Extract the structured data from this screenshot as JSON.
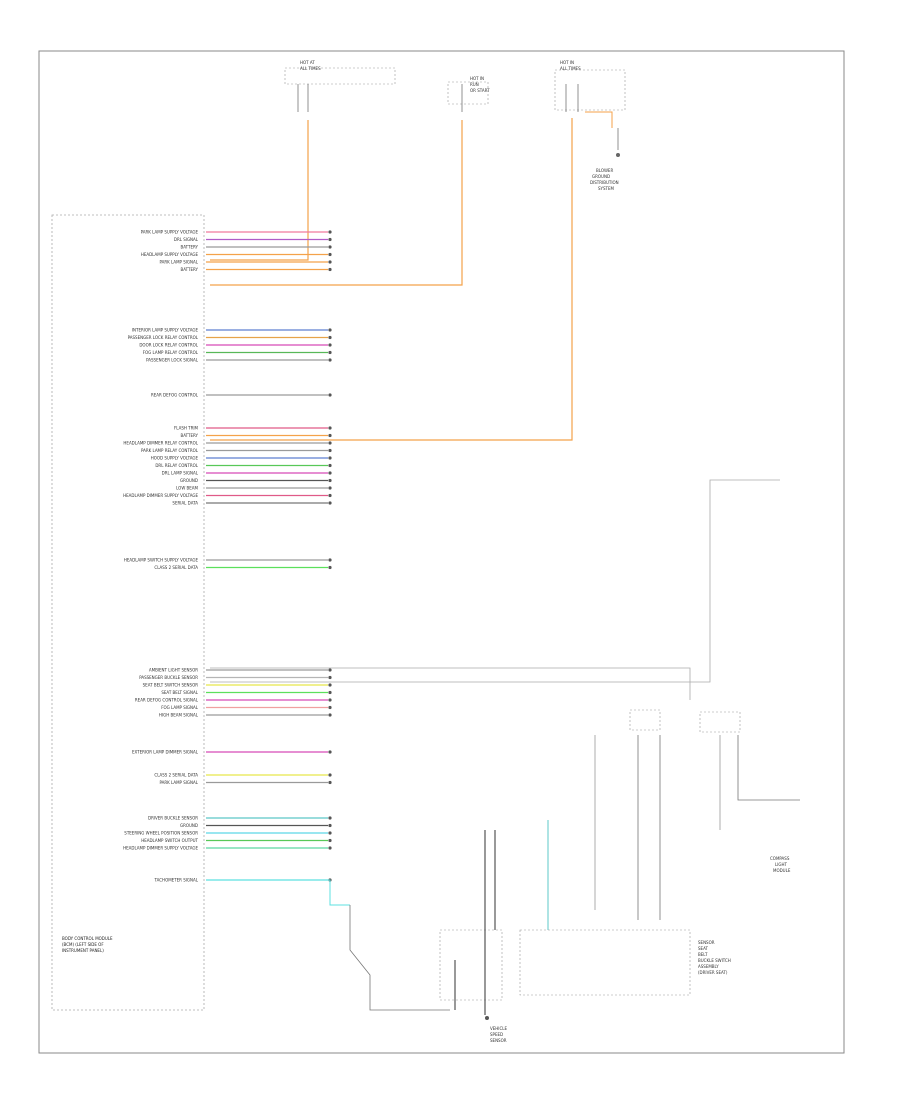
{
  "figure_id": "",
  "module_label": [
    "BODY CONTROL MODULE",
    "(BCM) (LEFT SIDE OF",
    "INSTRUMENT PANEL)"
  ],
  "fuse_blocks": [
    {
      "label": [
        "HOT AT",
        "ALL TIMES"
      ]
    },
    {
      "label": [
        "HOT IN",
        "RUN",
        "OR START"
      ]
    },
    {
      "label": [
        "HOT IN",
        "ALL TIMES"
      ]
    }
  ],
  "ground_label": [
    "BLOWER",
    "GROUND",
    "DISTRIBUTION",
    "SYSTEM"
  ],
  "right_component_label": [
    "SENSOR",
    "SEAT",
    "BELT",
    "BUCKLE SWITCH",
    "ASSEMBLY",
    "(DRIVER SEAT)"
  ],
  "lower_right_label": [
    "COMPASS",
    "LIGHT",
    "MODULE"
  ],
  "vehicle_speed_label": [
    "VEHICLE",
    "SPEED",
    "SENSOR"
  ],
  "pin_groups": [
    {
      "name": "power",
      "pins": [
        {
          "label": "PARK LAMP SUPPLY VOLTAGE",
          "color": "#f07a9e"
        },
        {
          "label": "DRL SIGNAL",
          "color": "#b05cc8"
        },
        {
          "label": "BATTERY",
          "color": "#9a9a9a"
        },
        {
          "label": "HEADLAMP SUPPLY VOLTAGE",
          "color": "#f4a24a"
        },
        {
          "label": "PARK LAMP SIGNAL",
          "color": "#f4a24a"
        },
        {
          "label": "BATTERY",
          "color": "#f4a24a"
        }
      ]
    },
    {
      "name": "control-a",
      "pins": [
        {
          "label": "INTERIOR LAMP SUPPLY VOLTAGE",
          "color": "#5e7fd0"
        },
        {
          "label": "PASSENGER LOCK RELAY CONTROL",
          "color": "#e6a34a"
        },
        {
          "label": "DOOR LOCK RELAY CONTROL",
          "color": "#d84ab8"
        },
        {
          "label": "FOG LAMP RELAY CONTROL",
          "color": "#58b858"
        },
        {
          "label": "PASSENGER LOCK SIGNAL",
          "color": "#9a9a9a"
        }
      ]
    },
    {
      "name": "control-b",
      "pins": [
        {
          "label": "REAR DEFOG CONTROL",
          "color": "#9a9a9a"
        }
      ]
    },
    {
      "name": "control-c",
      "pins": [
        {
          "label": "FLASH TRIM",
          "color": "#e05a88"
        },
        {
          "label": "BATTERY",
          "color": "#f4a24a"
        },
        {
          "label": "HEADLAMP DIMMER RELAY CONTROL",
          "color": "#9a9a9a"
        },
        {
          "label": "PARK LAMP RELAY CONTROL",
          "color": "#9a9a9a"
        },
        {
          "label": "HOOD SUPPLY VOLTAGE",
          "color": "#5e7fd0"
        },
        {
          "label": "DRL RELAY CONTROL",
          "color": "#58c858"
        },
        {
          "label": "DRL LAMP SIGNAL",
          "color": "#d84ab8"
        },
        {
          "label": "GROUND",
          "color": "#555555"
        },
        {
          "label": "LOW BEAM",
          "color": "#9a9a9a"
        },
        {
          "label": "HEADLAMP DIMMER SUPPLY VOLTAGE",
          "color": "#e05a88"
        },
        {
          "label": "SERIAL DATA",
          "color": "#777777"
        }
      ]
    },
    {
      "name": "data",
      "pins": [
        {
          "label": "HEADLAMP SWITCH SUPPLY VOLTAGE",
          "color": "#9a9a9a"
        },
        {
          "label": "CLASS 2 SERIAL DATA",
          "color": "#5ce05c"
        }
      ]
    },
    {
      "name": "inputs",
      "pins": [
        {
          "label": "AMBIENT LIGHT SENSOR",
          "color": "#9a9a9a"
        },
        {
          "label": "PASSENGER BUCKLE SENSOR",
          "color": "#b5b5b5"
        },
        {
          "label": "SEAT BELT SWITCH SENSOR",
          "color": "#e8e84a"
        },
        {
          "label": "SEAT BELT SIGNAL",
          "color": "#5ce05c"
        },
        {
          "label": "REAR DEFOG CONTROL SIGNAL",
          "color": "#d84ab8"
        },
        {
          "label": "FOG LAMP SIGNAL",
          "color": "#f0a0a0"
        },
        {
          "label": "HIGH BEAM SIGNAL",
          "color": "#9a9a9a"
        }
      ]
    },
    {
      "name": "inputs-b",
      "pins": [
        {
          "label": "EXTERIOR LAMP DIMMER SIGNAL",
          "color": "#d84ab8"
        }
      ]
    },
    {
      "name": "inputs-c",
      "pins": [
        {
          "label": "CLASS 2 SERIAL DATA",
          "color": "#e8e84a"
        },
        {
          "label": "PARK LAMP SIGNAL",
          "color": "#9a9a9a"
        }
      ]
    },
    {
      "name": "sensors",
      "pins": [
        {
          "label": "DRIVER BUCKLE SENSOR",
          "color": "#5cc8c8"
        },
        {
          "label": "GROUND",
          "color": "#555555"
        },
        {
          "label": "STEERING WHEEL POSITION SENSOR",
          "color": "#5cd8e8"
        },
        {
          "label": "HEADLAMP SWITCH OUTPUT",
          "color": "#58c858"
        },
        {
          "label": "HEADLAMP DIMMER SUPPLY VOLTAGE",
          "color": "#5cd8a0"
        }
      ]
    },
    {
      "name": "tail",
      "pins": [
        {
          "label": "TACHOMETER SIGNAL",
          "color": "#5ce0e0"
        }
      ]
    }
  ]
}
